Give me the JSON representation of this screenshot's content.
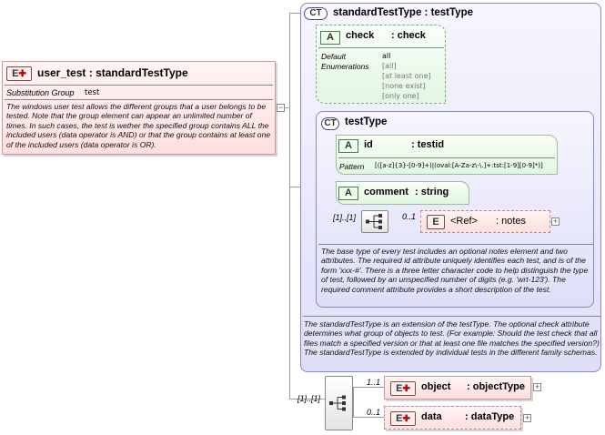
{
  "user_test": {
    "badge": "E",
    "name": "user_test",
    "type_sep": ":",
    "type": "standardTestType",
    "substitution_label": "Substitution Group",
    "substitution_value": "test",
    "doc": "The windows user test allows the different groups that a user belongs to be tested.  Note that the group element can appear an unlimited number of times.  In such cases, the test is wether the specified group contains ALL the included users (data operator is AND) or that the group contains at least one of the included users (data operator is OR)."
  },
  "standard_test_type": {
    "badge": "CT",
    "title": "standardTestType : testType",
    "doc": "The standardTestType is an extension of the testType.  The optional check attribute determines what group of objects to test.  (For example: Should the test check that all files match a specified version or that at least one file matches the specified version?)  The standardTestType is extended by individual tests in the different family schemas."
  },
  "check_attr": {
    "badge": "A",
    "name": "check",
    "type": ": check",
    "default_label": "Default",
    "enum_label": "Enumerations",
    "default_value": "all",
    "enumerations": [
      "[all]",
      "[at least one]",
      "[none exist]",
      "[only one]"
    ]
  },
  "test_type": {
    "badge": "CT",
    "title": "testType",
    "doc": "The base type of every test includes an optional notes element and two attributes.  The required id attribute uniquely identifies each test, and is of the form 'xxx-#'.  There is a three letter character code to help distinguish the type of test, followed by an unspecified number of digits (e.g. 'wrt-123').  The required comment attribute provides a short description of the test."
  },
  "id_attr": {
    "badge": "A",
    "name": "id",
    "type": ": testid",
    "pattern_label": "Pattern",
    "pattern": "[([a-z]{3}-[0-9]+)|(oval:[A-Za-z\\-\\.]+:tst:[1-9][0-9]*)]"
  },
  "comment_attr": {
    "badge": "A",
    "name": "comment",
    "type": ": string"
  },
  "notes_ref": {
    "badge": "E",
    "name": "<Ref>",
    "type": ": notes",
    "cardinality": "0..1"
  },
  "inner_sequence": {
    "cardinality": "[1]..[1]"
  },
  "outer_sequence": {
    "cardinality": "[1]..[1]"
  },
  "object_elem": {
    "badge": "E",
    "name": "object",
    "type": ": objectType",
    "cardinality": "1..1"
  },
  "data_elem": {
    "badge": "E",
    "name": "data",
    "type": ": dataType",
    "cardinality": "0..1"
  },
  "colors": {
    "element_fill": "#ffdede",
    "complex_type_fill": "#dedef8",
    "attribute_fill": "#e2f6e2",
    "connector": "#999999"
  }
}
